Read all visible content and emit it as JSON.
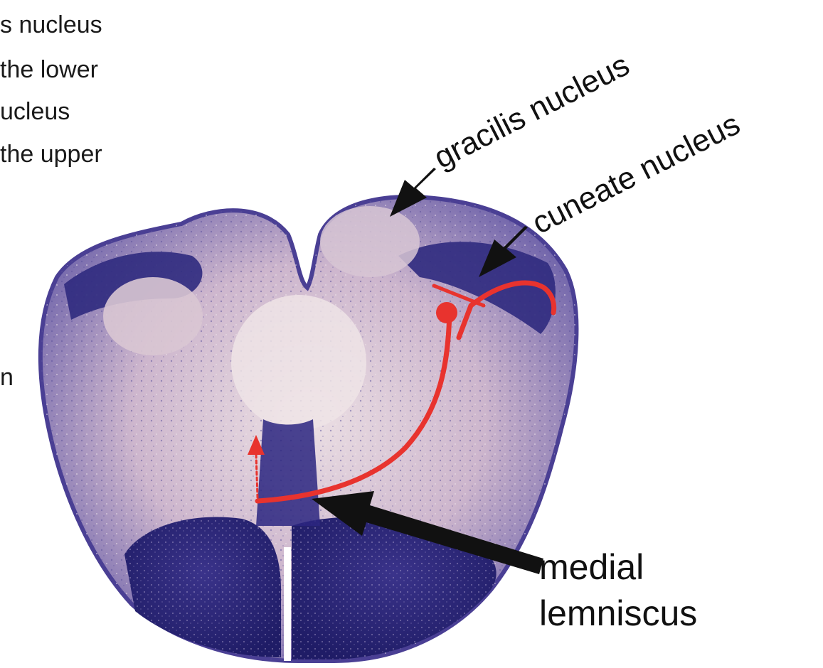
{
  "left_text": {
    "line1": "s nucleus",
    "line2": "the lower",
    "line3": "ucleus",
    "line4": "the upper",
    "line5": "n"
  },
  "labels": {
    "gracilis": "gracilis nucleus",
    "cuneate": "cuneate nucleus",
    "medial_line1": "medial",
    "medial_line2": "lemniscus"
  },
  "colors": {
    "pathway": "#e8332e",
    "tissue_light": "#d8c2cf",
    "tissue_dark": "#2e2a7a",
    "arrow": "#111111"
  }
}
